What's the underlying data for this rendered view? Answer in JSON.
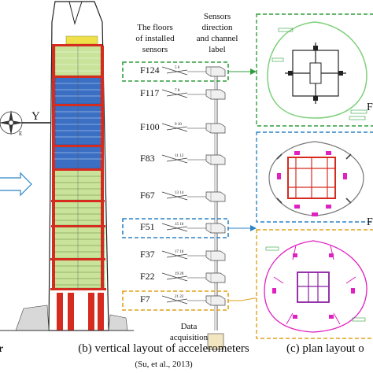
{
  "header": {
    "col_floors": [
      "The floors",
      "of installed",
      "sensors"
    ],
    "col_sensors": [
      "Sensors",
      "direction",
      "and channel",
      "label"
    ]
  },
  "floors": [
    {
      "label": "F124",
      "boxed": "green",
      "channels": "5 6"
    },
    {
      "label": "F117",
      "boxed": "",
      "channels": "7 8"
    },
    {
      "label": "F100",
      "boxed": "",
      "channels": "9 10"
    },
    {
      "label": "F83",
      "boxed": "",
      "channels": "11 12"
    },
    {
      "label": "F67",
      "boxed": "",
      "channels": "13 14"
    },
    {
      "label": "F51",
      "boxed": "blue",
      "channels": "15 16"
    },
    {
      "label": "F37",
      "boxed": "",
      "channels": "17 18"
    },
    {
      "label": "F22",
      "boxed": "",
      "channels": "19 20"
    },
    {
      "label": "F7",
      "boxed": "orange",
      "channels": "21 22"
    }
  ],
  "compass": {
    "axis_label": "Y",
    "east_label": "E"
  },
  "data_acquisition": [
    "Data",
    "acquisition"
  ],
  "captions": {
    "left_fragment": "r",
    "vertical": "(b) vertical layout of accelerometers",
    "citation": "(Su, et al., 2013)",
    "plan": "(c) plan layout o"
  },
  "plan_panels": [
    {
      "name": "F124-plan",
      "edge_label": "F",
      "color": "#2e9e3c"
    },
    {
      "name": "F51-plan",
      "edge_label": "F",
      "color": "#2b84c8"
    },
    {
      "name": "F7-plan",
      "edge_label": "",
      "color": "#e0a21a"
    }
  ],
  "colors": {
    "green_box": "#2e9e3c",
    "blue_box": "#2b84c8",
    "orange_box": "#e0a21a",
    "tower_red": "#d62b1f",
    "tower_blue": "#3a6fc4",
    "tower_green": "#c9e49a",
    "tower_yellow": "#f0e04a"
  }
}
